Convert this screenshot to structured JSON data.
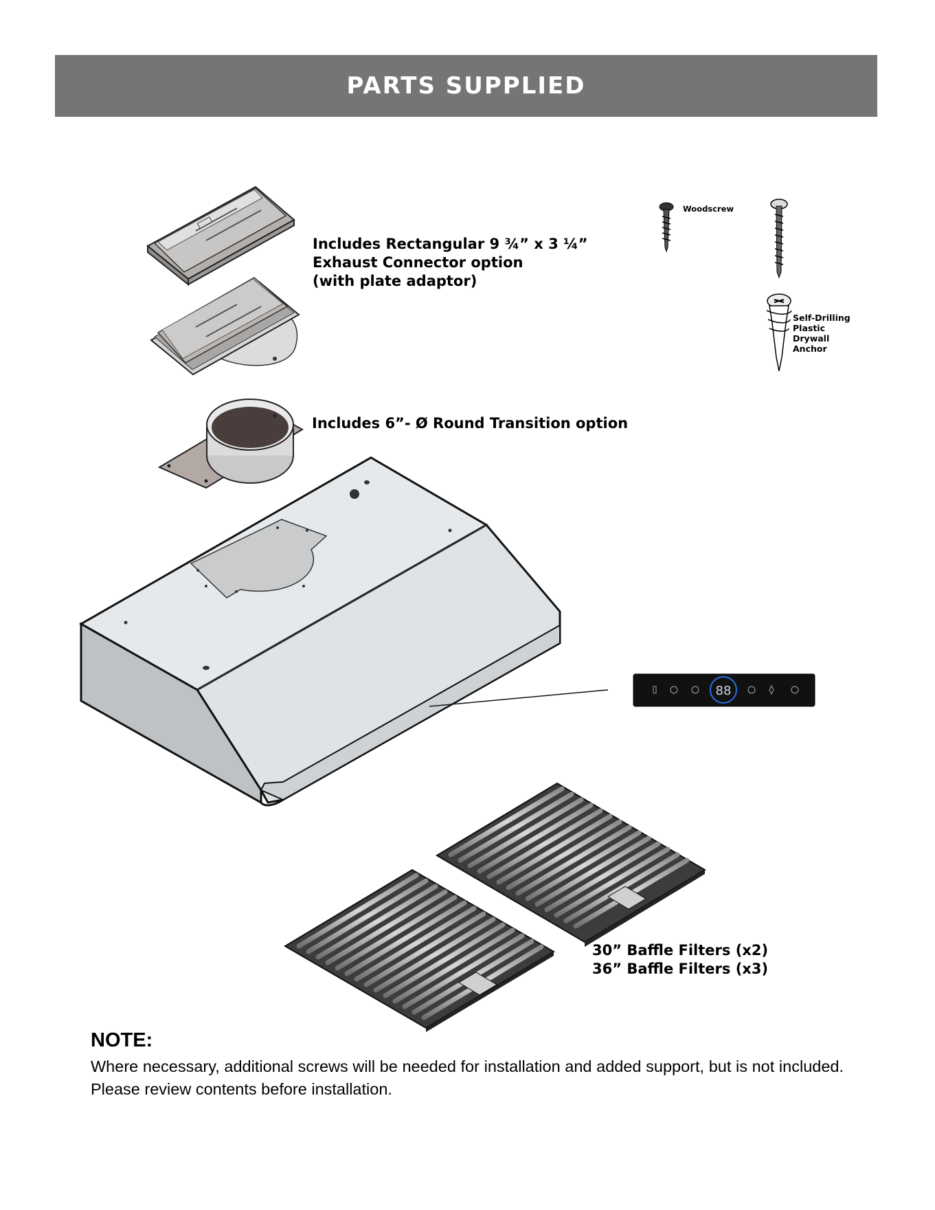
{
  "header": {
    "title": "PARTS SUPPLIED"
  },
  "connector": {
    "lines": [
      "Includes Rectangular 9 ¾” x 3 ¼”",
      "Exhaust Connector option",
      "(with plate adaptor)"
    ]
  },
  "transition": {
    "label": "Includes 6”- Ø Round Transition option"
  },
  "woodscrew": {
    "label": "Woodscrew"
  },
  "anchor": {
    "lines": [
      "Self-Drilling",
      "Plastic",
      "Drywall",
      "Anchor"
    ]
  },
  "control_panel": {
    "display": "88"
  },
  "filters": {
    "lines": [
      "30” Baffle Filters (x2)",
      "36” Baffle Filters (x3)"
    ]
  },
  "note": {
    "title": "NOTE:",
    "text": "Where necessary, additional screws will be needed for installation and added support, but is not included.  Please review contents before installation."
  },
  "colors": {
    "header_bg": "#767474",
    "header_text": "#ffffff",
    "hood_steel": "#e4e7e9",
    "panel_black": "#111111"
  }
}
